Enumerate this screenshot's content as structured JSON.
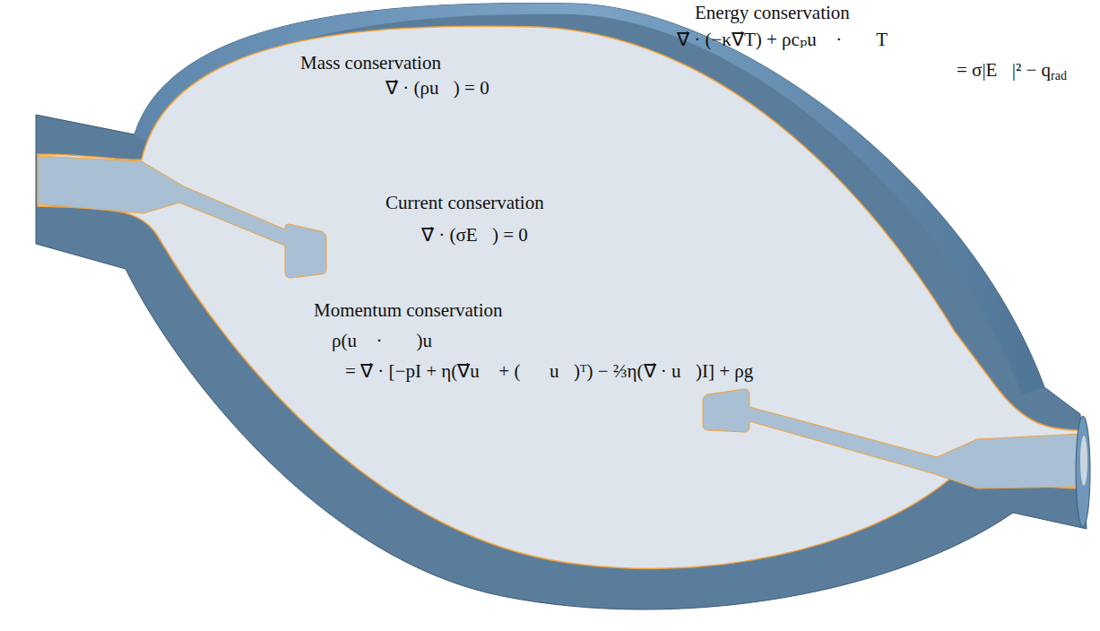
{
  "diagram": {
    "labels": [
      "Energy conservation",
      "∇⃗ · (−κ∇⃗T) + ρcₚu⃗ · ∇⃗T",
      "= σ|E⃗|² − q",
      "rad",
      "Mass conservation",
      "∇⃗ · (ρu⃗) = 0",
      "Current conservation",
      "∇⃗ · (σE⃗) = 0",
      "Momentum conservation",
      "ρ(u⃗ · ∇⃗)u⃗",
      "= ∇⃗ · [−pI + η(∇⃗u⃗ + (∇⃗u⃗)ᵀ) − ⅔η(∇⃗ · u⃗)I] + ρg⃗"
    ]
  }
}
